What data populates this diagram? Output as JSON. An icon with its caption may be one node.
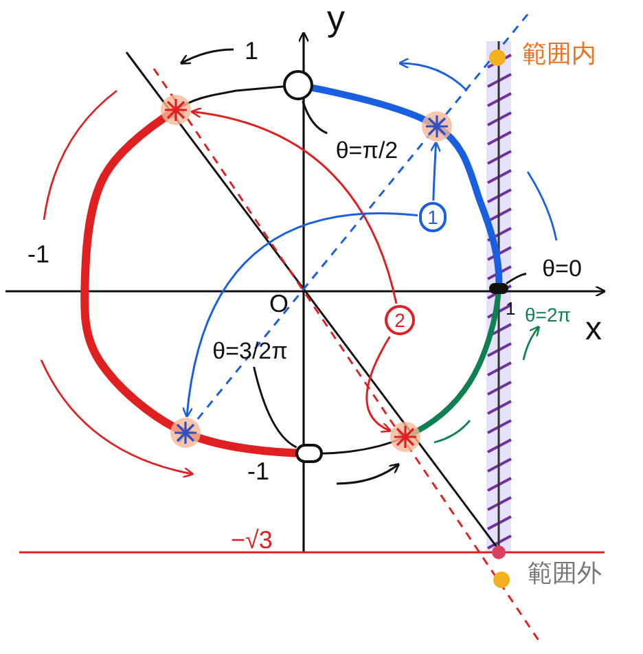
{
  "diagram": {
    "nodes": [
      {
        "text": [
          "θ=π/2"
        ]
      },
      {
        "text": [],
        "shape": "circle"
      },
      {
        "text": [
          "θ=3/2π"
        ]
      },
      {
        "text": [],
        "shape": "circle"
      },
      {
        "text": [
          "θ=0"
        ]
      },
      {
        "text": [],
        "shape": "circle"
      },
      {
        "text": [
          "1"
        ]
      },
      {
        "text": [],
        "shape": "circle"
      },
      {
        "text": [
          "2"
        ]
      },
      {
        "text": [],
        "shape": "circle"
      },
      {
        "text": [],
        "shape": "circle"
      },
      {
        "text": [],
        "shape": "circle"
      }
    ],
    "edges": [
      {
        "from": 0,
        "to": 1,
        "arrow": "none"
      },
      {
        "from": 2,
        "to": 3,
        "arrow": "none"
      },
      {
        "from": 4,
        "to": 5,
        "arrow": "none"
      },
      {
        "from": 6,
        "to": 7,
        "arrow": "to",
        "color": "#1a5fe0"
      },
      {
        "from": 8,
        "to": 9,
        "arrow": "to",
        "color": "#e02020"
      },
      {
        "from": 8,
        "to": 10,
        "arrow": "to",
        "color": "#e02020"
      },
      {
        "from": 6,
        "to": 11,
        "arrow": "to",
        "color": "#1a5fe0"
      }
    ],
    "labels": [
      "y",
      "1",
      "範囲内",
      "-1",
      "O",
      "1",
      "θ=2π",
      "x",
      "-1",
      "−√3",
      "範囲外"
    ]
  }
}
